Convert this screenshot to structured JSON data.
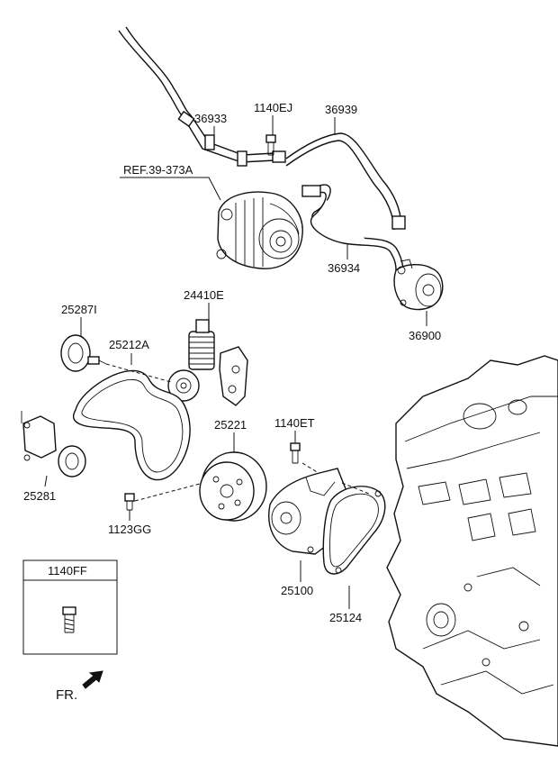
{
  "labels": {
    "p36933": "36933",
    "p1140EJ": "1140EJ",
    "p36939": "36939",
    "ref": "REF.39-373A",
    "p36934": "36934",
    "p36900": "36900",
    "p24410E": "24410E",
    "p25287I": "25287I",
    "p25212A": "25212A",
    "p25221": "25221",
    "p1140ET": "1140ET",
    "p25281": "25281",
    "p1123GG": "1123GG",
    "p25100": "25100",
    "p25124": "25124",
    "fr": "FR."
  },
  "legend_box": {
    "title": "1140FF"
  }
}
